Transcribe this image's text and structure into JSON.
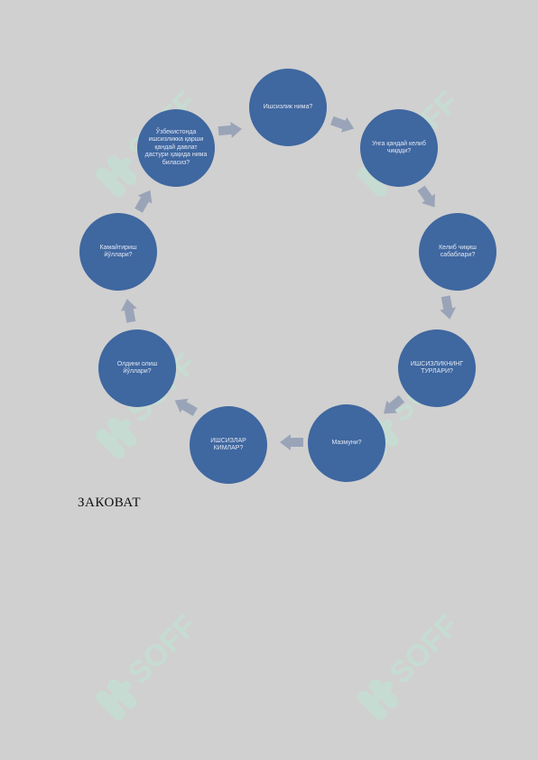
{
  "diagram": {
    "nodes": [
      {
        "id": "n1",
        "label": "Ишсизлик нима?"
      },
      {
        "id": "n2",
        "label": "Унга қандай келиб чиқади?"
      },
      {
        "id": "n3",
        "label": "Келиб чиқиш сабаблари?"
      },
      {
        "id": "n4",
        "label": "ИШСИЗЛИКНИНГ ТУРЛАРИ?"
      },
      {
        "id": "n5",
        "label": "Мазмуни?"
      },
      {
        "id": "n6",
        "label": "ИШСИЗЛАР КИМЛАР?"
      },
      {
        "id": "n7",
        "label": "Олдини олиш йўллари?"
      },
      {
        "id": "n8",
        "label": "Камайтириш йўллари?"
      },
      {
        "id": "n9",
        "label": "Ўзбекистонда ишсизликка қарши қандай давлат дастури ҳақида нима биласиз?"
      }
    ],
    "node_color": "#3f67a0",
    "arrow_color": "#9aa4b8"
  },
  "caption": "ЗАКОВАТ",
  "watermark": {
    "text": "SOFF",
    "icon": "soff-logo-icon",
    "color": "#bfe6d4"
  }
}
